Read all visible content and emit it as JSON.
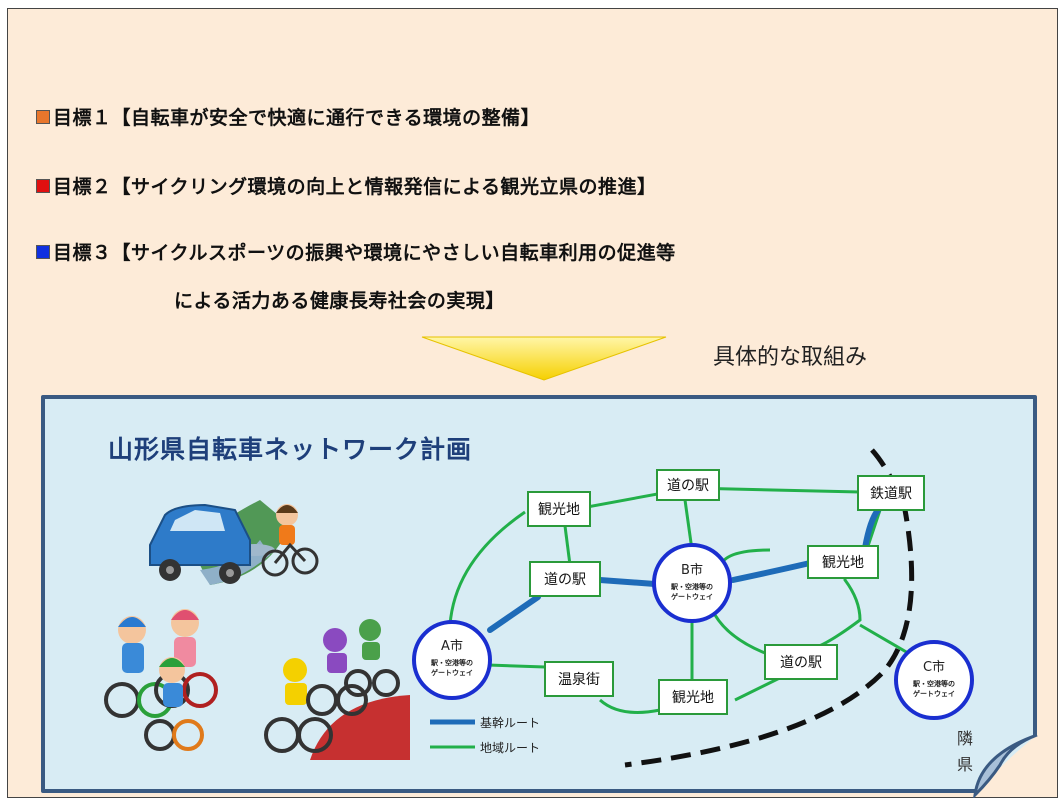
{
  "goals": [
    {
      "color": "#e8762c",
      "label": "目標１【自転車が安全で快適に通行できる環境の整備】"
    },
    {
      "color": "#e01010",
      "label": "目標２【サイクリング環境の向上と情報発信による観光立県の推進】"
    },
    {
      "color": "#1030e0",
      "label": "目標３【サイクルスポーツの振興や環境にやさしい自転車利用の促進等"
    }
  ],
  "goal3_continuation": "による活力ある健康長寿社会の実現】",
  "arrow_label": "具体的な取組み",
  "network": {
    "title": "山形県自転車ネットワーク計画",
    "cities": [
      {
        "name": "A市",
        "sub1": "駅・空港等の",
        "sub2": "ゲートウェイ"
      },
      {
        "name": "B市",
        "sub1": "駅・空港等の",
        "sub2": "ゲートウェイ"
      },
      {
        "name": "C市",
        "sub1": "駅・空港等の",
        "sub2": "ゲートウェイ"
      }
    ],
    "places": {
      "kankouchi_1": "観光地",
      "michinoeki_top": "道の駅",
      "tetsudoueki": "鉄道駅",
      "michinoeki_left": "道の駅",
      "kankouchi_right": "観光地",
      "michinoeki_bottom": "道の駅",
      "onsengai": "温泉街",
      "kankouchi_bottom": "観光地"
    },
    "legend": {
      "trunk": "基幹ルート",
      "regional": "地域ルート"
    },
    "neighbor_label": "隣県",
    "colors": {
      "trunk": "#1e6bb8",
      "regional": "#22b04a",
      "node_border": "#2a9a3a",
      "city_border": "#1a2fd0"
    }
  }
}
